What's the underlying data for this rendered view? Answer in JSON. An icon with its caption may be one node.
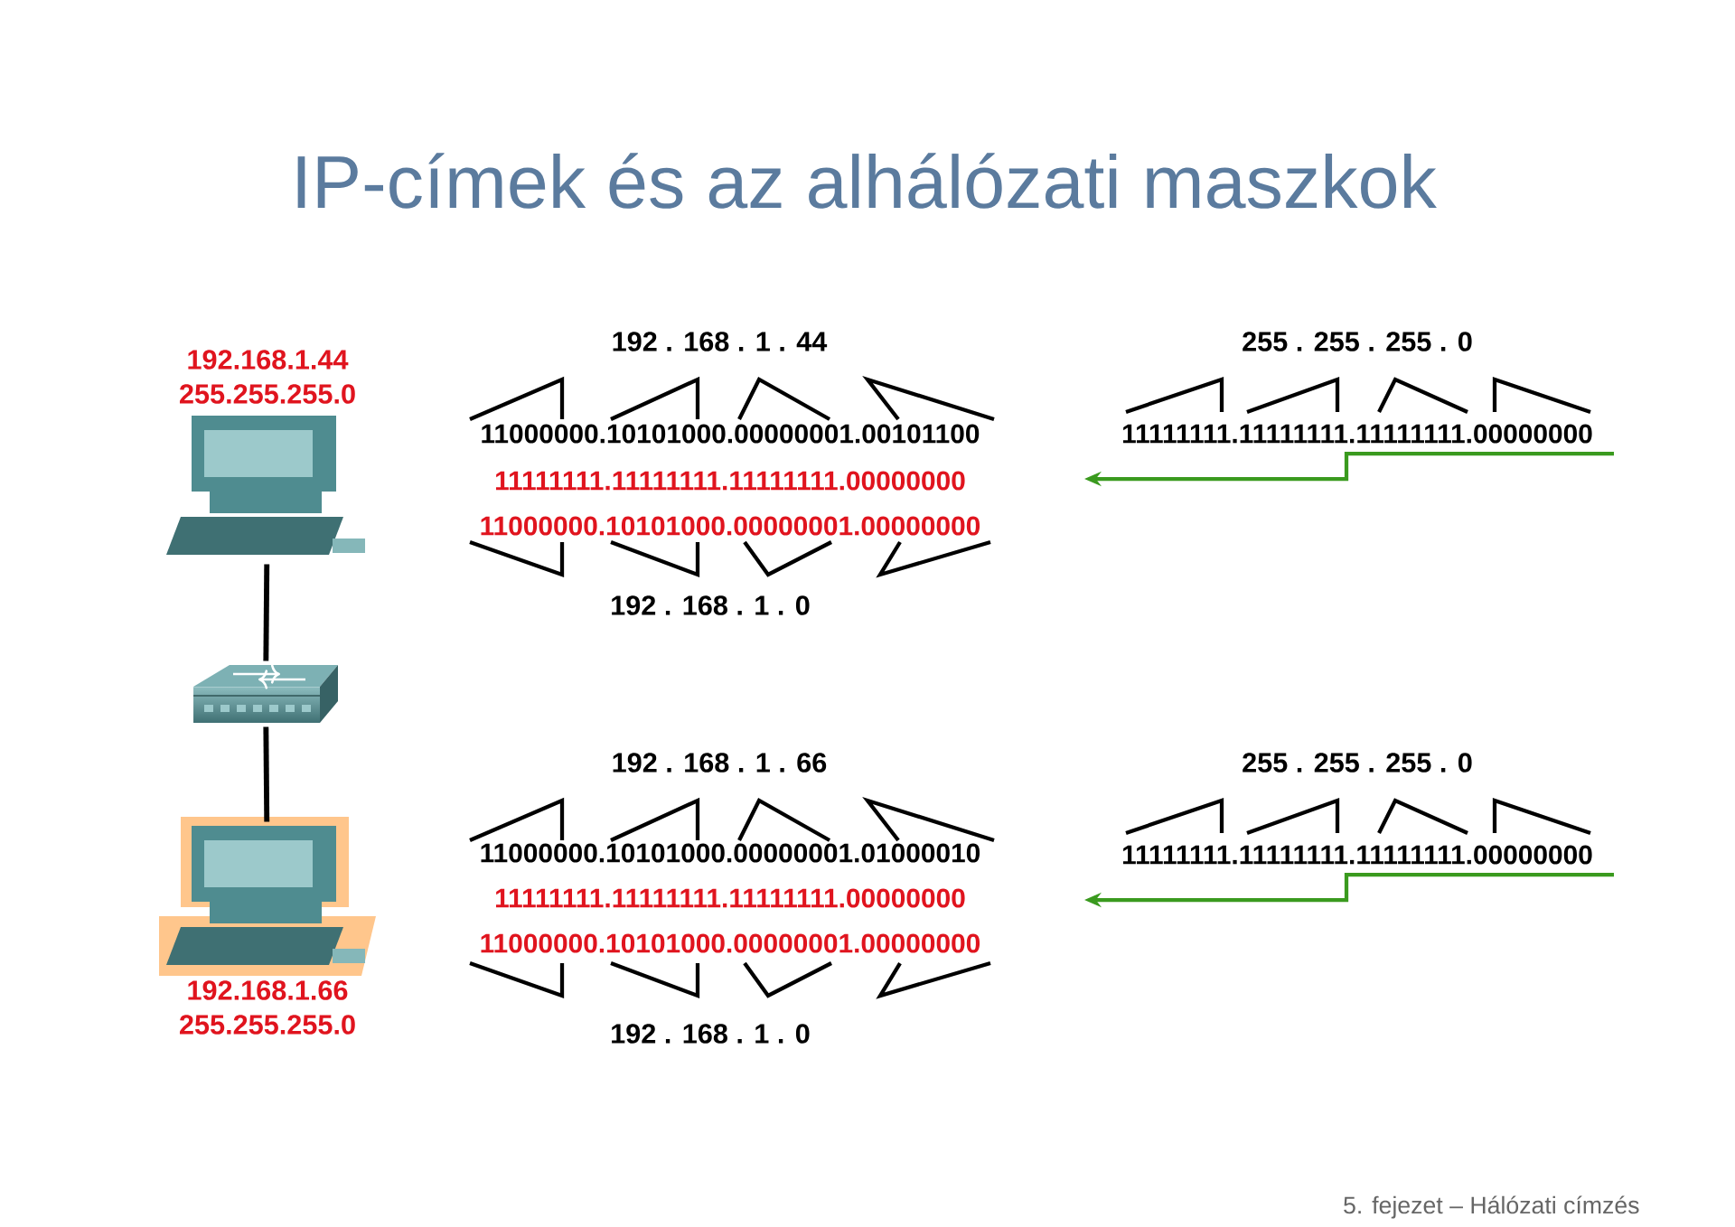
{
  "diagram": {
    "title": "IP-címek és az alhálózati maszkok",
    "nodes": [
      {
        "text": [],
        "shape": "picture",
        "beside": [
          "192.168.1.44",
          "255.255.255.0"
        ]
      },
      {
        "text": [],
        "shape": "picture"
      },
      {
        "text": [],
        "shape": "picture",
        "beside": [
          "192.168.1.66",
          "255.255.255.0"
        ]
      }
    ],
    "edges": [
      {
        "from": 0,
        "to": 1,
        "arrow": "none"
      },
      {
        "from": 1,
        "to": 2,
        "arrow": "none"
      }
    ],
    "labels": [
      "192 . 168 . 1 . 44",
      "255 . 255 . 255 . 0",
      "11000000.10101000.00000001.00101100",
      "11111111.11111111.11111111.00000000",
      "11111111.11111111.11111111.00000000",
      "11000000.10101000.00000001.00000000",
      "192 . 168 . 1 . 0",
      "192 . 168 . 1 . 66",
      "255 . 255 . 255 . 0",
      "11000000.10101000.00000001.01000010",
      "11111111.11111111.11111111.00000000",
      "11111111.11111111.11111111.00000000",
      "11000000.10101000.00000001.00000000",
      "192 . 168 . 1 . 0",
      "5. fejezet – Hálózati címzés"
    ]
  }
}
